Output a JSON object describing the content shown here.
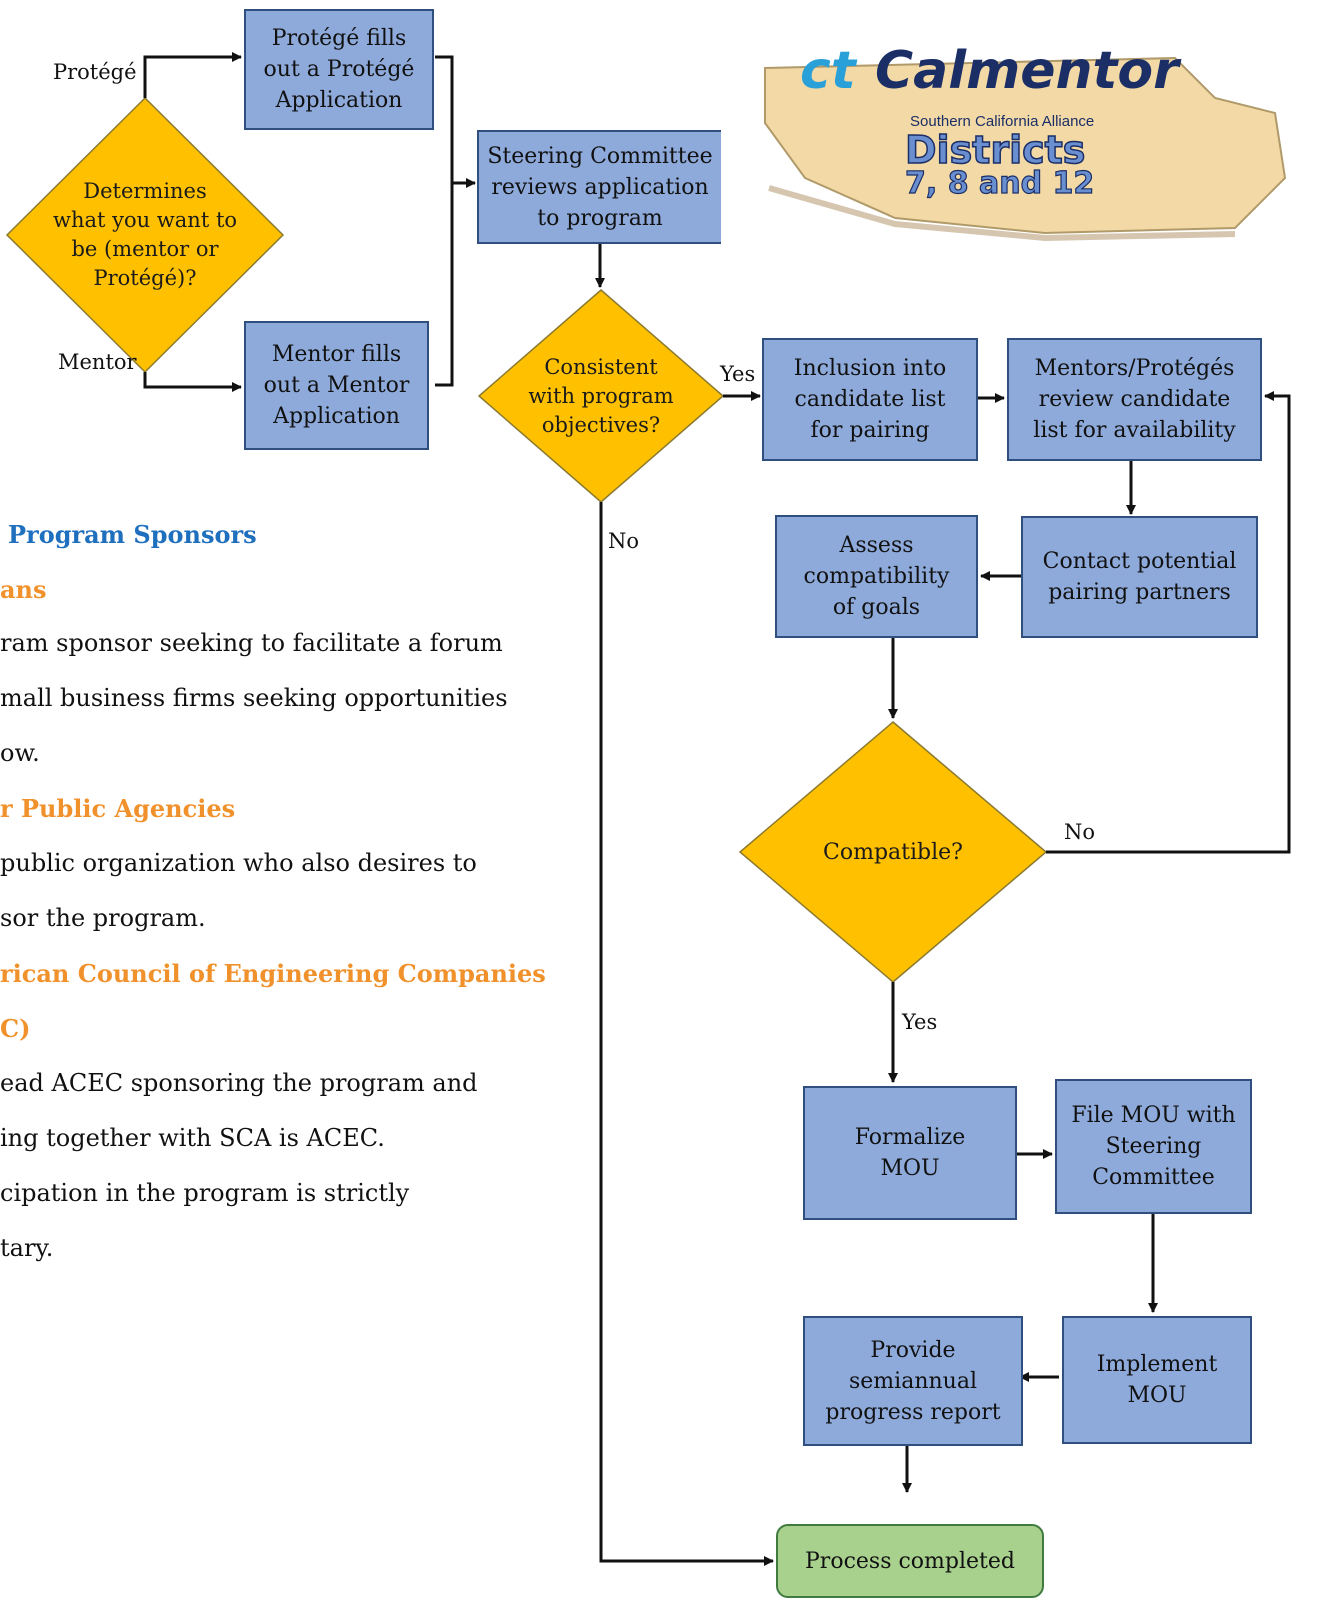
{
  "flowchart": {
    "nodes": {
      "protege_app": {
        "lines": [
          "Protégé fills",
          "out a Protégé",
          "Application"
        ]
      },
      "determine": {
        "lines": [
          "Determines",
          "what you want to",
          "be (mentor or",
          "Protégé)?"
        ]
      },
      "mentor_app": {
        "lines": [
          "Mentor fills",
          "out a Mentor",
          "Application"
        ]
      },
      "steering_review": {
        "lines": [
          "Steering Committee",
          "reviews application",
          "to program"
        ]
      },
      "consistent": {
        "lines": [
          "Consistent",
          "with program",
          "objectives?"
        ]
      },
      "inclusion": {
        "lines": [
          "Inclusion into",
          "candidate list",
          "for pairing"
        ]
      },
      "review_list": {
        "lines": [
          "Mentors/Protégés",
          "review candidate",
          "list for availability"
        ]
      },
      "contact": {
        "lines": [
          "Contact potential",
          "pairing partners"
        ]
      },
      "assess": {
        "lines": [
          "Assess",
          "compatibility",
          "of goals"
        ]
      },
      "compatible": {
        "lines": [
          "Compatible?"
        ]
      },
      "formalize": {
        "lines": [
          "Formalize",
          "MOU"
        ]
      },
      "file_mou": {
        "lines": [
          "File MOU with",
          "Steering",
          "Committee"
        ]
      },
      "implement": {
        "lines": [
          "Implement",
          "MOU"
        ]
      },
      "progress": {
        "lines": [
          "Provide",
          "semiannual",
          "progress report"
        ]
      },
      "completed": {
        "lines": [
          "Process completed"
        ]
      }
    },
    "edge_labels": {
      "protege": "Protégé",
      "mentor": "Mentor",
      "yes1": "Yes",
      "no1": "No",
      "no2": "No",
      "yes2": "Yes"
    }
  },
  "logo": {
    "brand": "Calmentor",
    "alliance": "Southern California Alliance",
    "districts": "Districts",
    "district_numbers": "7, 8 and 12"
  },
  "side_text": {
    "heading": "Program Sponsors",
    "lines": [
      {
        "text": "ans",
        "style": "orange"
      },
      {
        "text": "ram sponsor seeking to facilitate a forum",
        "style": "body"
      },
      {
        "text": "mall business firms seeking opportunities",
        "style": "body"
      },
      {
        "text": "ow.",
        "style": "body"
      },
      {
        "text": "r Public Agencies",
        "style": "orange"
      },
      {
        "text": "public organization who also desires to",
        "style": "body"
      },
      {
        "text": "sor the program.",
        "style": "body"
      },
      {
        "text": "rican Council of Engineering Companies",
        "style": "orange"
      },
      {
        "text": "C)",
        "style": "orange"
      },
      {
        "text": "ead ACEC sponsoring the program and",
        "style": "body"
      },
      {
        "text": "ing together with SCA is ACEC.",
        "style": "body"
      },
      {
        "text": "cipation in the program is strictly",
        "style": "body"
      },
      {
        "text": "tary.",
        "style": "body"
      }
    ]
  },
  "colors": {
    "box_fill": "#8eaadb",
    "diamond_fill": "#ffc000",
    "end_fill": "#a9d18e",
    "heading_blue": "#1f6fbf",
    "heading_orange": "#f0912b"
  }
}
